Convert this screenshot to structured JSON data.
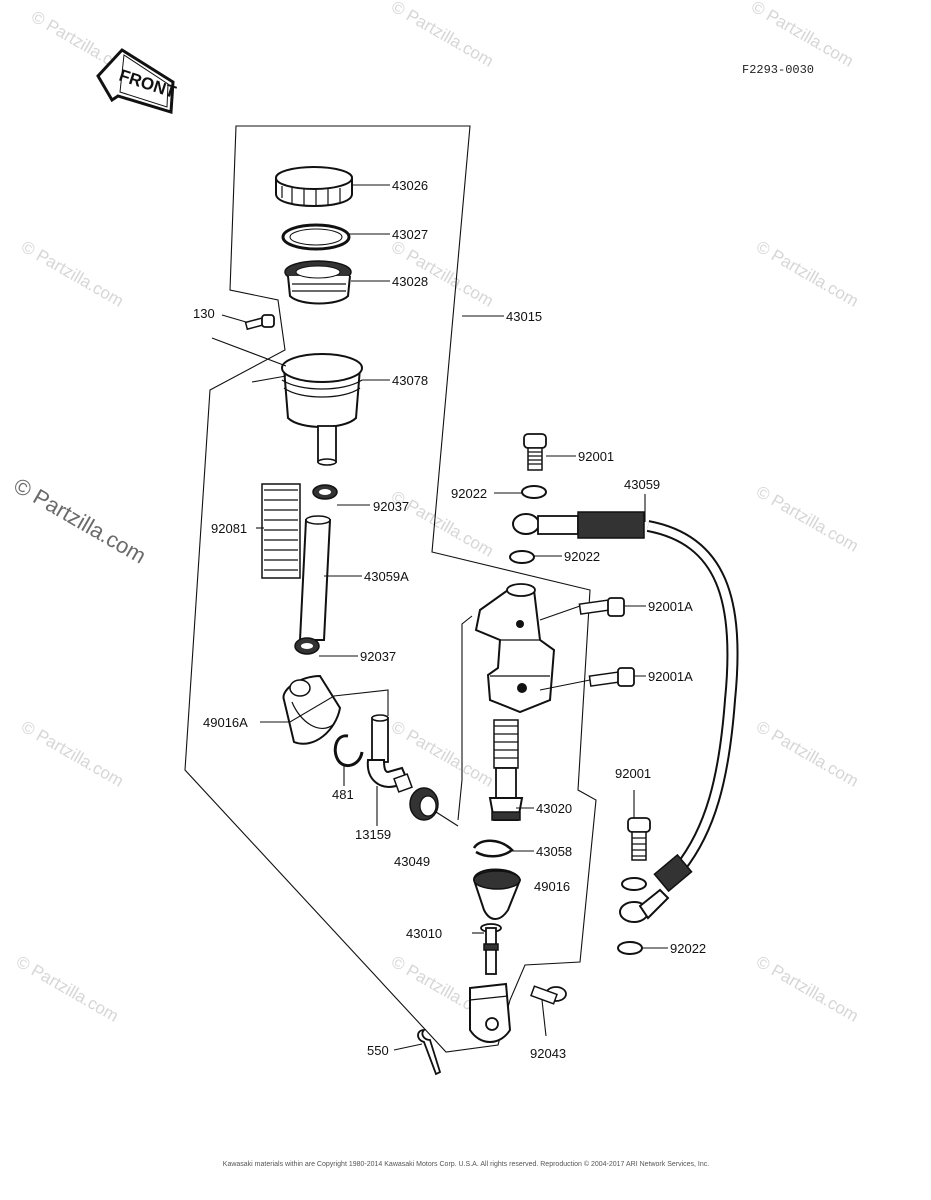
{
  "figure_ref": "F2293-0030",
  "front_label": "FRONT",
  "watermarks": {
    "small": "© Partzilla.com",
    "large": "© Partzilla.com"
  },
  "copyright": "Kawasaki materials within are Copyright 1980-2014 Kawasaki Motors Corp. U.S.A. All rights reserved. Reproduction © 2004-2017 ARI Network Services, Inc.",
  "parts": {
    "p43026": "43026",
    "p43027": "43027",
    "p43028": "43028",
    "p43015": "43015",
    "p130": "130",
    "p43078": "43078",
    "p92081": "92081",
    "p92037a": "92037",
    "p43059A": "43059A",
    "p92037b": "92037",
    "p49016A": "49016A",
    "p481": "481",
    "p13159": "13159",
    "p43049": "43049",
    "p92001a": "92001",
    "p92022a": "92022",
    "p43059": "43059",
    "p92022b": "92022",
    "p92001Aa": "92001A",
    "p92001Ab": "92001A",
    "p43020": "43020",
    "p43058": "43058",
    "p49016": "49016",
    "p43010": "43010",
    "p92001b": "92001",
    "p92022c": "92022",
    "p550": "550",
    "p92043": "92043"
  }
}
